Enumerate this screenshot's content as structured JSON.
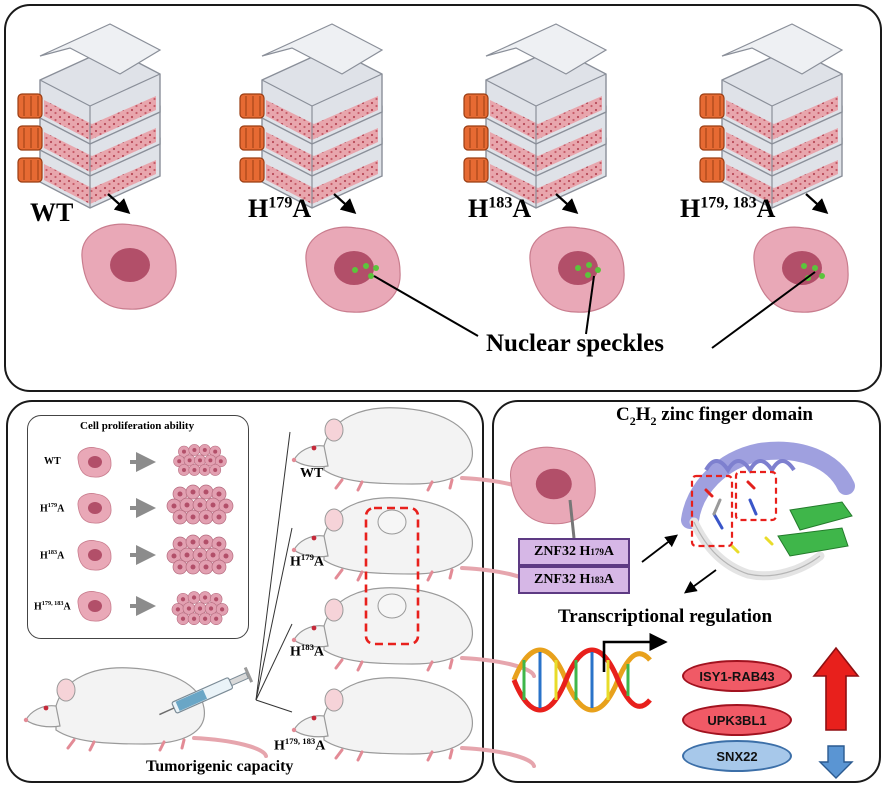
{
  "top_panel": {
    "labels": [
      {
        "main": "WT",
        "sup": "",
        "suffix": ""
      },
      {
        "main": "H",
        "sup": "179",
        "suffix": "A"
      },
      {
        "main": "H",
        "sup": "183",
        "suffix": "A"
      },
      {
        "main": "H",
        "sup": "179, 183",
        "suffix": "A"
      }
    ],
    "speckles_label": "Nuclear speckles"
  },
  "bottom_left": {
    "prolif_title": "Cell proliferation ability",
    "prolif_rows": [
      {
        "main": "WT",
        "sup": "",
        "suffix": ""
      },
      {
        "main": "H",
        "sup": "179",
        "suffix": "A"
      },
      {
        "main": "H",
        "sup": "183",
        "suffix": "A"
      },
      {
        "main": "H",
        "sup": "179, 183",
        "suffix": "A"
      }
    ],
    "mouse_labels": [
      {
        "main": "WT",
        "sup": "",
        "suffix": ""
      },
      {
        "main": "H",
        "sup": "179",
        "suffix": "A"
      },
      {
        "main": "H",
        "sup": "183",
        "suffix": "A"
      },
      {
        "main": "H",
        "sup": "179, 183",
        "suffix": "A"
      }
    ],
    "caption": "Tumorigenic capacity"
  },
  "bottom_right": {
    "title_pre": "C",
    "title_sub1": "2",
    "title_mid": "H",
    "title_sub2": "2",
    "title_post": " zinc finger domain",
    "znf_boxes": [
      {
        "pre": "ZNF32 H",
        "sup": "179",
        "post": "A"
      },
      {
        "pre": "ZNF32 H",
        "sup": "183",
        "post": "A"
      }
    ],
    "regulation_label": "Transcriptional regulation",
    "genes": [
      {
        "name": "ISY1-RAB43",
        "direction": "up"
      },
      {
        "name": "UPK3BL1",
        "direction": "up"
      },
      {
        "name": "SNX22",
        "direction": "down"
      }
    ]
  },
  "colors": {
    "cell": "#e9a8b7",
    "nucleus": "#b24f69",
    "speckle": "#5cc43c",
    "flask_cap": "#e66a33",
    "highlight_dash": "#e8201c",
    "znf_box": "#d6b7e6",
    "up_arrow": "#e8201c",
    "down_arrow": "#5a95d3"
  }
}
